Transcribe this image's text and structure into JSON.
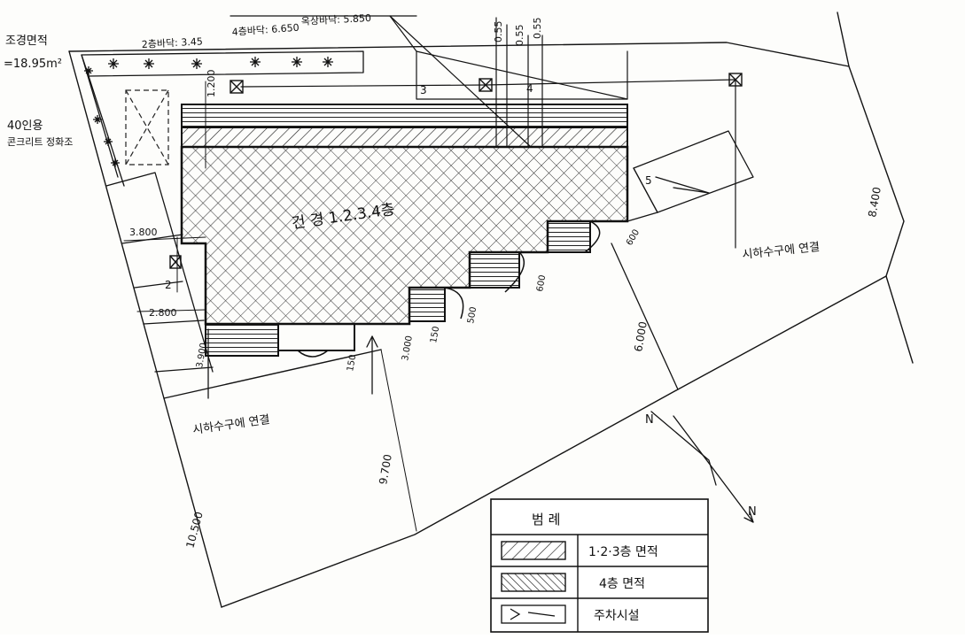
{
  "drawing": {
    "landscape_label": "조경면적",
    "landscape_value": "=18.95m²",
    "parking_label_1": "40인용",
    "parking_label_2": "콘크리트 정화조",
    "floor2_level": "2층바닥: 3.45",
    "floor4_level": "4층바닥: 6.650",
    "roof_level": "옥상바닥: 5.850",
    "top_dim_1": "0.55",
    "top_dim_2": "0.55",
    "top_dim_3": "0.55",
    "building_label": "건 경 1.2.3.4층",
    "sewer_right": "시하수구에 연결",
    "sewer_left": "시하수구에 연결",
    "dim_3800": "3.800",
    "dim_2800": "2.800",
    "dim_1200": "1.200",
    "dim_5": "5",
    "dim_3": "3",
    "dim_4": "4",
    "dim_2": "2",
    "dim_150_a": "150",
    "dim_150_b": "150",
    "dim_3000": "3.000",
    "dim_500": "500",
    "dim_600": "600",
    "dim_600_right": "600",
    "dim_6000": "6.000",
    "dim_9700": "9.700",
    "dim_10500": "10.500",
    "dim_3900": "3.900",
    "dim_8400": "8.400",
    "north_a": "N",
    "north_b": "N"
  },
  "legend": {
    "title": "범   례",
    "rows": [
      {
        "label": "1·2·3층 면적"
      },
      {
        "label": "4층 면적"
      },
      {
        "label": "주차시설"
      }
    ]
  }
}
